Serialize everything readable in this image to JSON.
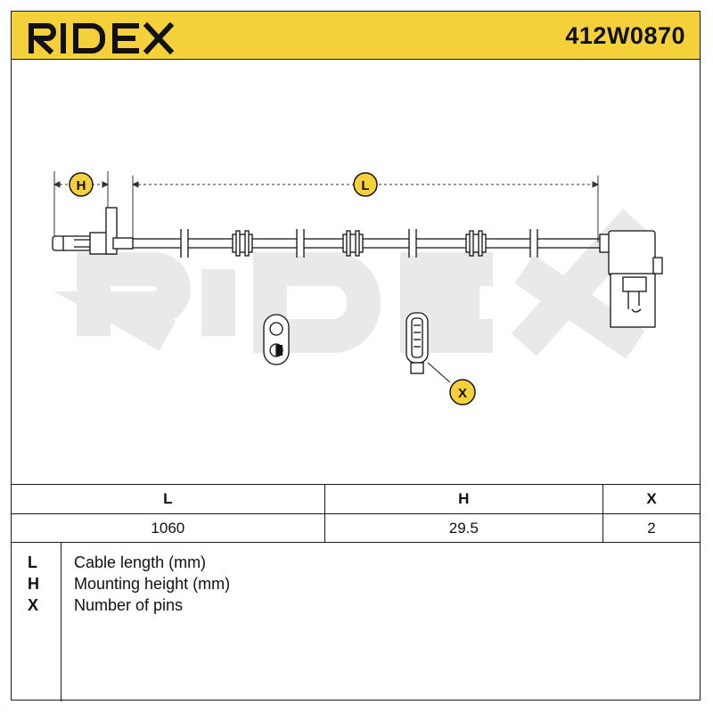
{
  "header": {
    "brand": "RIDEX",
    "part_number": "412W0870"
  },
  "drawing": {
    "dimension_labels": {
      "h": "H",
      "l": "L",
      "x": "X"
    },
    "watermark": "RIDEX"
  },
  "specs": {
    "headers": [
      "L",
      "H",
      "X"
    ],
    "values": [
      "1060",
      "29.5",
      "2"
    ]
  },
  "legend": [
    {
      "key": "L",
      "label": "Cable length (mm)"
    },
    {
      "key": "H",
      "label": "Mounting height (mm)"
    },
    {
      "key": "X",
      "label": "Number of pins"
    }
  ],
  "colors": {
    "brand_yellow": "#f4d13b",
    "line": "#1a1a1a",
    "watermark": "#e8e8e8"
  }
}
